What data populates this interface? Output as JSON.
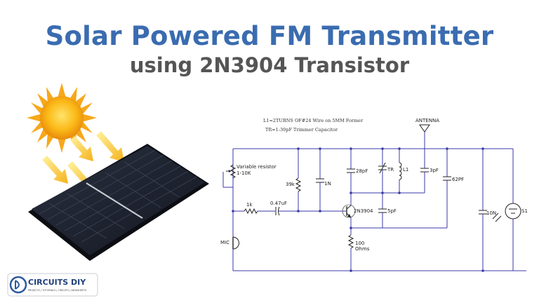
{
  "header": {
    "title": "Solar Powered FM Transmitter",
    "subtitle": "using 2N3904 Transistor"
  },
  "schematic": {
    "note_coil": "L1=2TURNS OF#24 Wire on 5MM Former",
    "note_trimmer": "TR=1-30pF Trimmer Capacitor",
    "antenna": "ANTENNA",
    "variable_resistor": "Variable resistor",
    "variable_resistor_value": "1-10K",
    "r_39k": "39k",
    "c_1n": "1N",
    "c_28pf": "28pF",
    "tr": "TR",
    "l1": "L1",
    "c_3pf": "3pF",
    "c_62pf": "62PF",
    "r_1k": "1k",
    "c_047uf": "0.47uF",
    "transistor": "2N3904",
    "c_5pf": "5pF",
    "c_10n": "10N",
    "s1": "S1",
    "mic": "MIC",
    "r_100": "100",
    "r_100_unit": "Ohms"
  },
  "logo": {
    "name": "CIRCUITS DIY",
    "tagline": "PROJECTS | TUTORIALS | CIRCUITS | DATASHEETS"
  },
  "colors": {
    "title": "#3a6cb0",
    "subtitle": "#555555",
    "wire": "#3a3aa8",
    "sun": "#f5b21b",
    "panel": "#1e2230"
  }
}
